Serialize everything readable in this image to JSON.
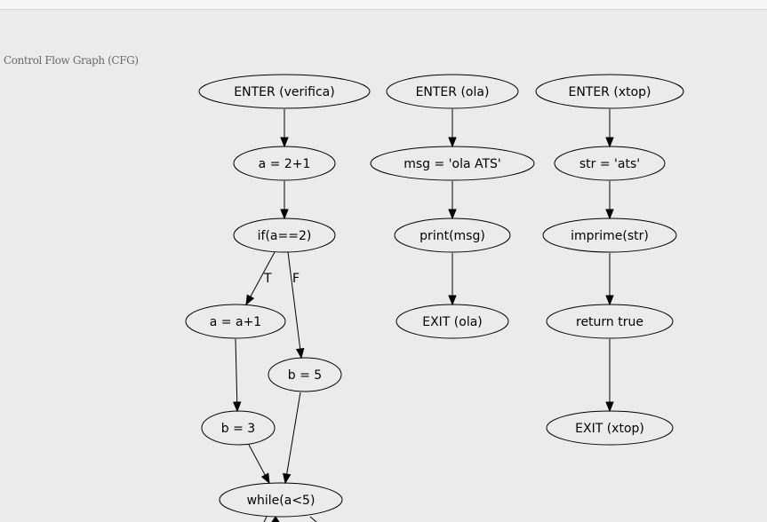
{
  "header": {
    "title": "Control Flow Graph (CFG)"
  },
  "graph": {
    "nodes": [
      {
        "id": "enter_verifica",
        "label": "ENTER (verifica)"
      },
      {
        "id": "a_eq",
        "label": "a = 2+1"
      },
      {
        "id": "if",
        "label": "if(a==2)"
      },
      {
        "id": "a_inc",
        "label": "a = a+1"
      },
      {
        "id": "b5",
        "label": "b = 5"
      },
      {
        "id": "b3",
        "label": "b = 3"
      },
      {
        "id": "while",
        "label": "while(a<5)"
      },
      {
        "id": "enter_ola",
        "label": "ENTER (ola)"
      },
      {
        "id": "msg",
        "label": "msg = 'ola ATS'"
      },
      {
        "id": "print",
        "label": "print(msg)"
      },
      {
        "id": "exit_ola",
        "label": "EXIT (ola)"
      },
      {
        "id": "enter_xtop",
        "label": "ENTER (xtop)"
      },
      {
        "id": "str",
        "label": "str = 'ats'"
      },
      {
        "id": "imprime",
        "label": "imprime(str)"
      },
      {
        "id": "ret",
        "label": "return true"
      },
      {
        "id": "exit_xtop",
        "label": "EXIT (xtop)"
      }
    ],
    "edges": [
      {
        "from": "enter_verifica",
        "to": "a_eq",
        "label": ""
      },
      {
        "from": "a_eq",
        "to": "if",
        "label": ""
      },
      {
        "from": "if",
        "to": "a_inc",
        "label": "T"
      },
      {
        "from": "if",
        "to": "b5",
        "label": "F"
      },
      {
        "from": "a_inc",
        "to": "b3",
        "label": ""
      },
      {
        "from": "b3",
        "to": "while",
        "label": ""
      },
      {
        "from": "b5",
        "to": "while",
        "label": ""
      },
      {
        "from": "enter_ola",
        "to": "msg",
        "label": ""
      },
      {
        "from": "msg",
        "to": "print",
        "label": ""
      },
      {
        "from": "print",
        "to": "exit_ola",
        "label": ""
      },
      {
        "from": "enter_xtop",
        "to": "str",
        "label": ""
      },
      {
        "from": "str",
        "to": "imprime",
        "label": ""
      },
      {
        "from": "imprime",
        "to": "ret",
        "label": ""
      },
      {
        "from": "ret",
        "to": "exit_xtop",
        "label": ""
      }
    ]
  }
}
